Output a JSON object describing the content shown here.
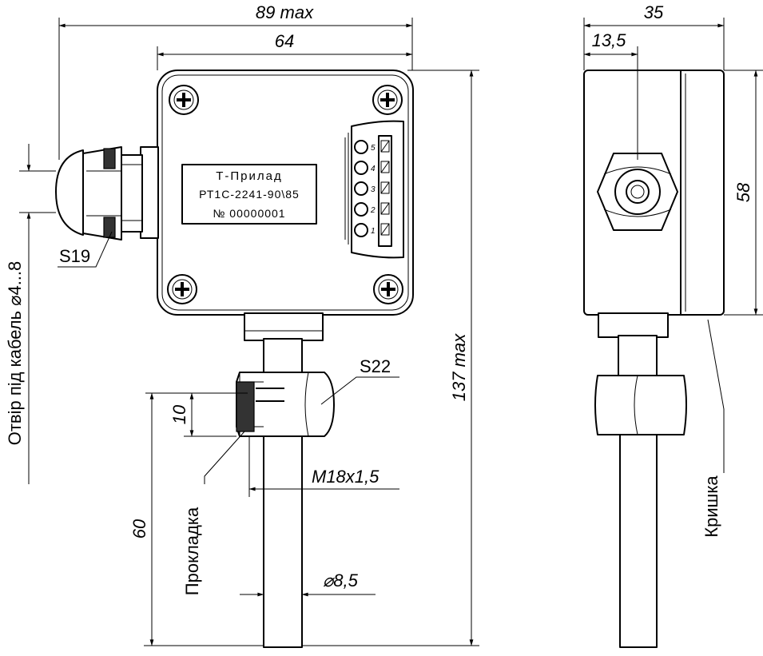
{
  "dimensions": {
    "total_width": "89 max",
    "box_width": "64",
    "total_height": "137 max",
    "box_height": "58",
    "side_depth": "35",
    "side_offset": "13,5",
    "nut_height": "10",
    "immersion_length": "60",
    "thread": "M18x1,5",
    "sheath_diameter": "⌀8,5"
  },
  "labels": {
    "cable_gland_wrench": "S19",
    "nut_wrench": "S22",
    "cable_hole": "Отвір під кабель ⌀4...8",
    "gasket": "Прокладка",
    "cover": "Кришка"
  },
  "nameplate": {
    "brand": "Т-Прилад",
    "model": "РТ1С-2241-90\\85",
    "serial": "№  00000001"
  },
  "terminals": [
    "5",
    "4",
    "3",
    "2",
    "1"
  ]
}
